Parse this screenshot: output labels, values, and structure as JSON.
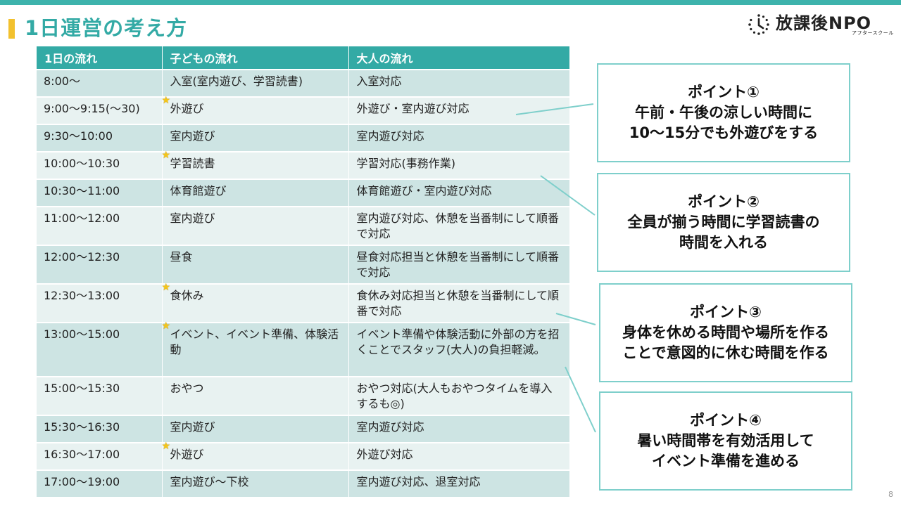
{
  "title": "1日運営の考え方",
  "logo": {
    "main": "放課後NPO",
    "sub": "アフタースクール"
  },
  "table": {
    "headers": [
      "1日の流れ",
      "子どもの流れ",
      "大人の流れ"
    ],
    "rows": [
      {
        "time": "8:00〜",
        "child": "入室(室内遊び、学習読書)",
        "adult": "入室対応",
        "star": false
      },
      {
        "time": "9:00〜9:15(〜30)",
        "child": "外遊び",
        "adult": "外遊び・室内遊び対応",
        "star": true
      },
      {
        "time": "9:30〜10:00",
        "child": "室内遊び",
        "adult": "室内遊び対応",
        "star": false
      },
      {
        "time": "10:00〜10:30",
        "child": "学習読書",
        "adult": "学習対応(事務作業)",
        "star": true
      },
      {
        "time": "10:30〜11:00",
        "child": "体育館遊び",
        "adult": "体育館遊び・室内遊び対応",
        "star": false
      },
      {
        "time": "11:00〜12:00",
        "child": "室内遊び",
        "adult": "室内遊び対応、休憩を当番制にして順番で対応",
        "star": false
      },
      {
        "time": "12:00〜12:30",
        "child": "昼食",
        "adult": "昼食対応担当と休憩を当番制にして順番で対応",
        "star": false
      },
      {
        "time": "12:30〜13:00",
        "child": "食休み",
        "adult": "食休み対応担当と休憩を当番制にして順番で対応",
        "star": true
      },
      {
        "time": "13:00〜15:00",
        "child": "イベント、イベント準備、体験活動",
        "adult": "イベント準備や体験活動に外部の方を招くことでスタッフ(大人)の負担軽減。",
        "star": true
      },
      {
        "time": "15:00〜15:30",
        "child": "おやつ",
        "adult": "おやつ対応(大人もおやつタイムを導入するも◎)",
        "star": false
      },
      {
        "time": "15:30〜16:30",
        "child": "室内遊び",
        "adult": "室内遊び対応",
        "star": false
      },
      {
        "time": "16:30〜17:00",
        "child": "外遊び",
        "adult": "外遊び対応",
        "star": true
      },
      {
        "time": "17:00〜19:00",
        "child": "室内遊び〜下校",
        "adult": "室内遊び対応、退室対応",
        "star": false
      }
    ]
  },
  "points": [
    {
      "lines": [
        "ポイント①",
        "午前・午後の涼しい時間に",
        "10〜15分でも外遊びをする"
      ]
    },
    {
      "lines": [
        "ポイント②",
        "全員が揃う時間に学習読書の",
        "時間を入れる"
      ]
    },
    {
      "lines": [
        "ポイント③",
        "身体を休める時間や場所を作る",
        "ことで意図的に休む時間を作る"
      ]
    },
    {
      "lines": [
        "ポイント④",
        "暑い時間帯を有効活用して",
        "イベント準備を進める"
      ]
    }
  ],
  "colors": {
    "accent": "#33aaa5",
    "title_bar": "#f2c12e",
    "row_dark": "#cde4e3",
    "row_light": "#e8f2f1",
    "connector": "#7ecfcb",
    "star": "#f5c518"
  },
  "page_number": "8"
}
